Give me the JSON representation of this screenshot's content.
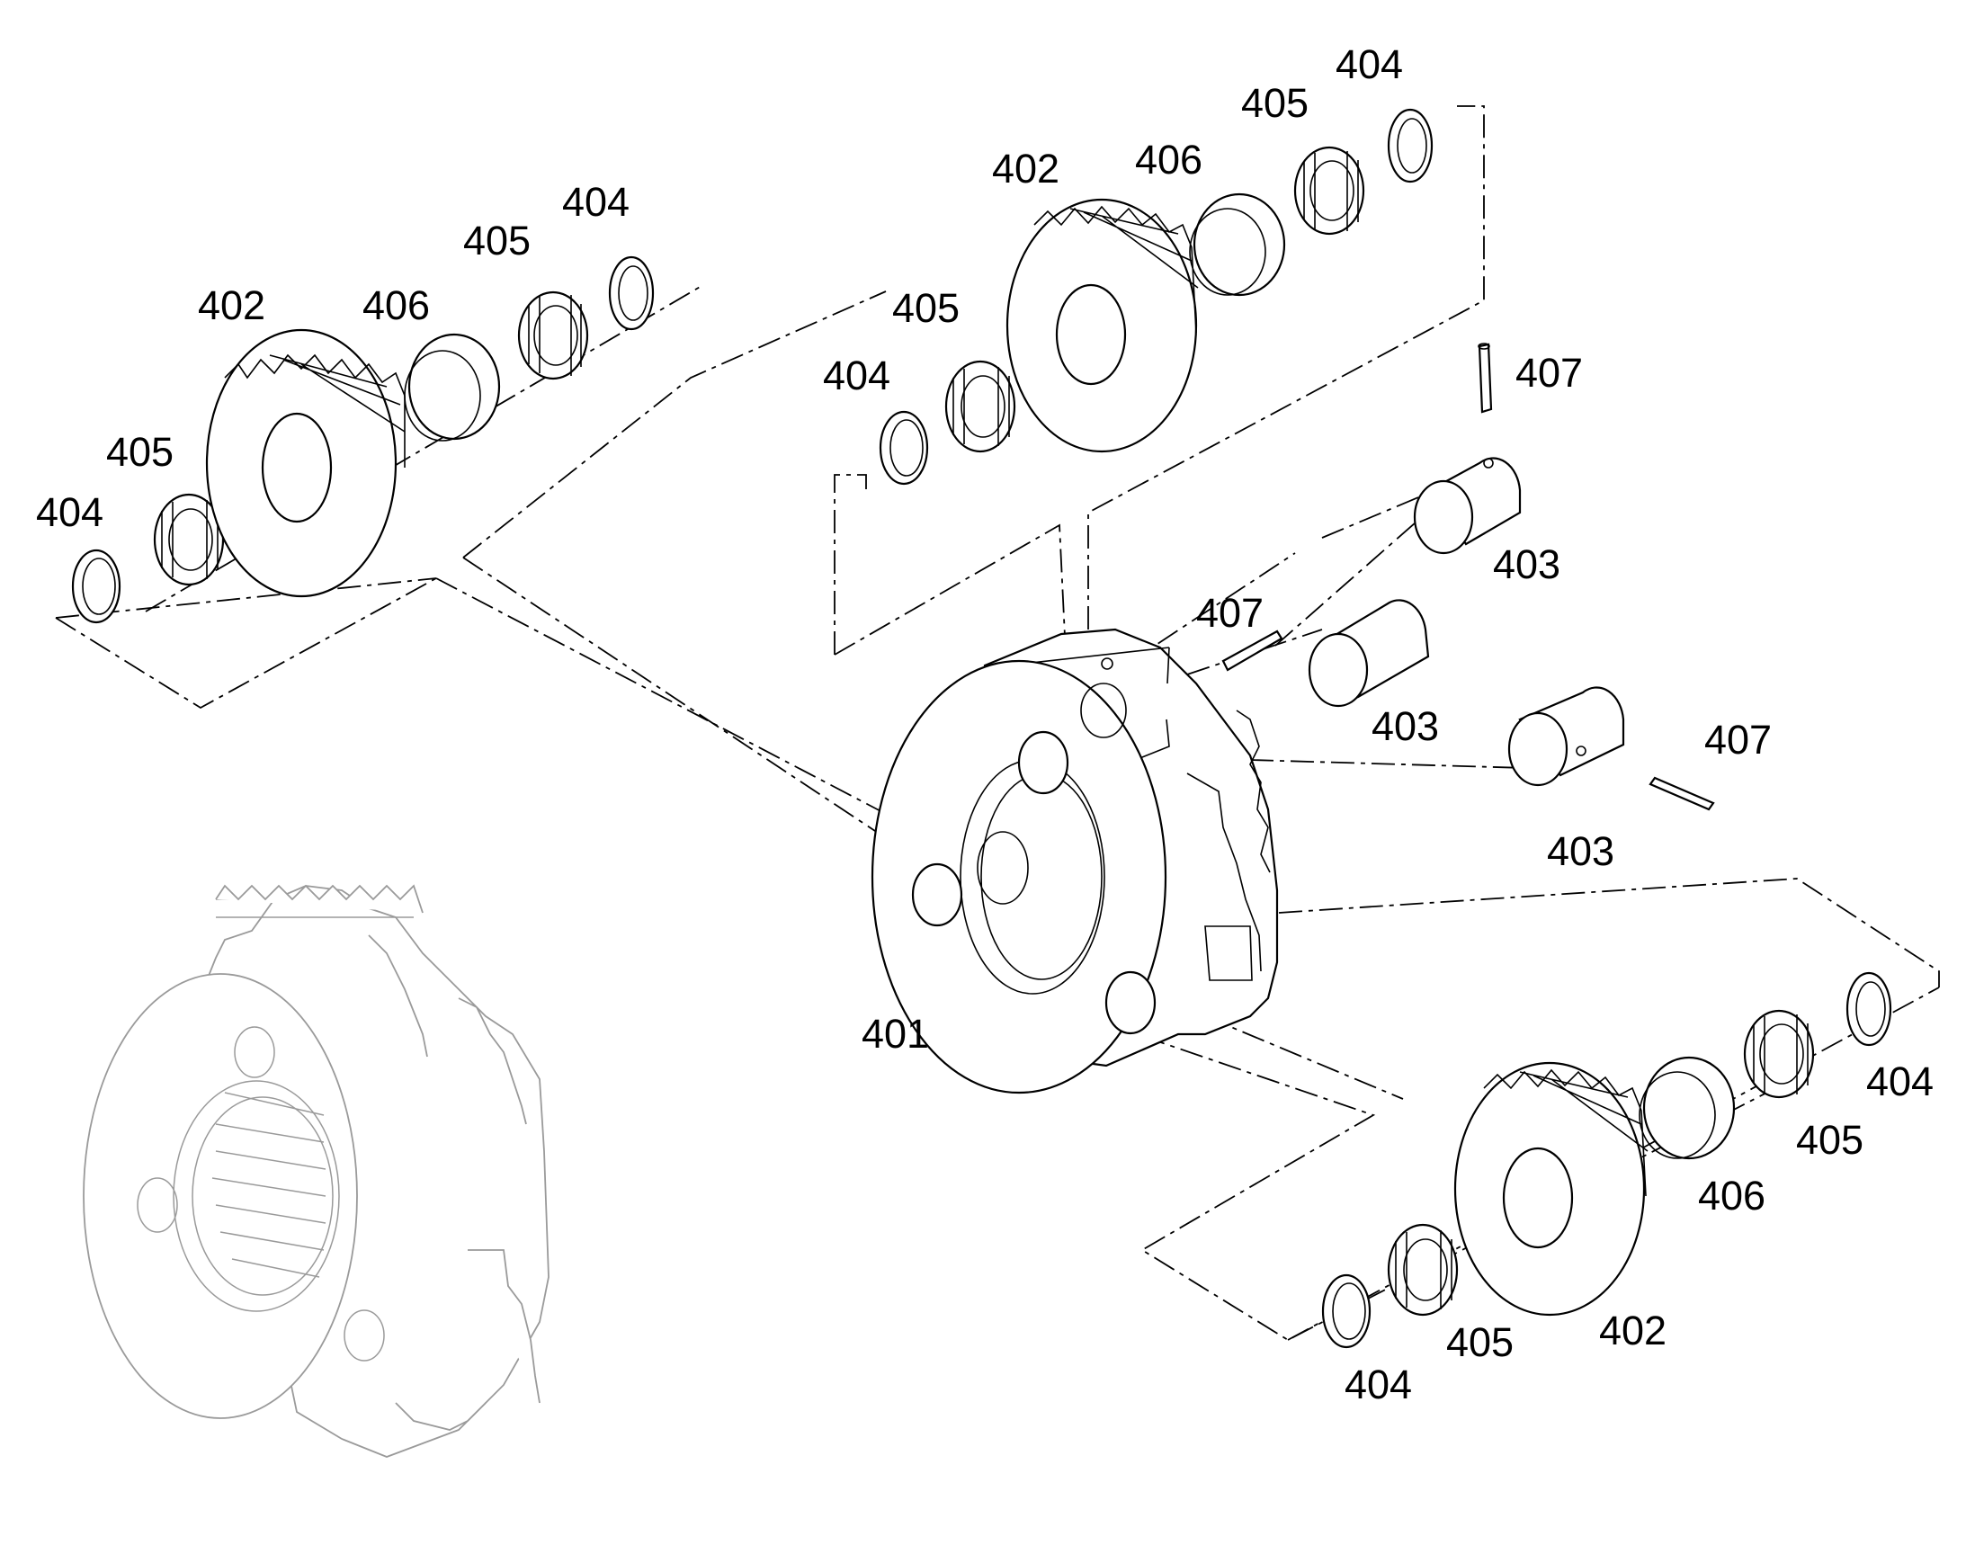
{
  "callouts": [
    {
      "id": "c1",
      "text": "404"
    },
    {
      "id": "c2",
      "text": "405"
    },
    {
      "id": "c3",
      "text": "404"
    },
    {
      "id": "c4",
      "text": "402"
    },
    {
      "id": "c5",
      "text": "406"
    },
    {
      "id": "c6",
      "text": "405"
    },
    {
      "id": "c7",
      "text": "404"
    },
    {
      "id": "c8",
      "text": "405"
    },
    {
      "id": "c9",
      "text": "402"
    },
    {
      "id": "c10",
      "text": "406"
    },
    {
      "id": "c11",
      "text": "405"
    },
    {
      "id": "c12",
      "text": "404"
    },
    {
      "id": "c13",
      "text": "407"
    },
    {
      "id": "c14",
      "text": "403"
    },
    {
      "id": "c15",
      "text": "407"
    },
    {
      "id": "c16",
      "text": "403"
    },
    {
      "id": "c17",
      "text": "407"
    },
    {
      "id": "c18",
      "text": "403"
    },
    {
      "id": "c19",
      "text": "401"
    },
    {
      "id": "c20",
      "text": "404"
    },
    {
      "id": "c21",
      "text": "405"
    },
    {
      "id": "c22",
      "text": "406"
    },
    {
      "id": "c23",
      "text": "402"
    },
    {
      "id": "c24",
      "text": "405"
    },
    {
      "id": "c25",
      "text": "404"
    }
  ],
  "colors": {
    "line": "#000000",
    "ghost": "#9a9a9a",
    "background": "#ffffff"
  }
}
